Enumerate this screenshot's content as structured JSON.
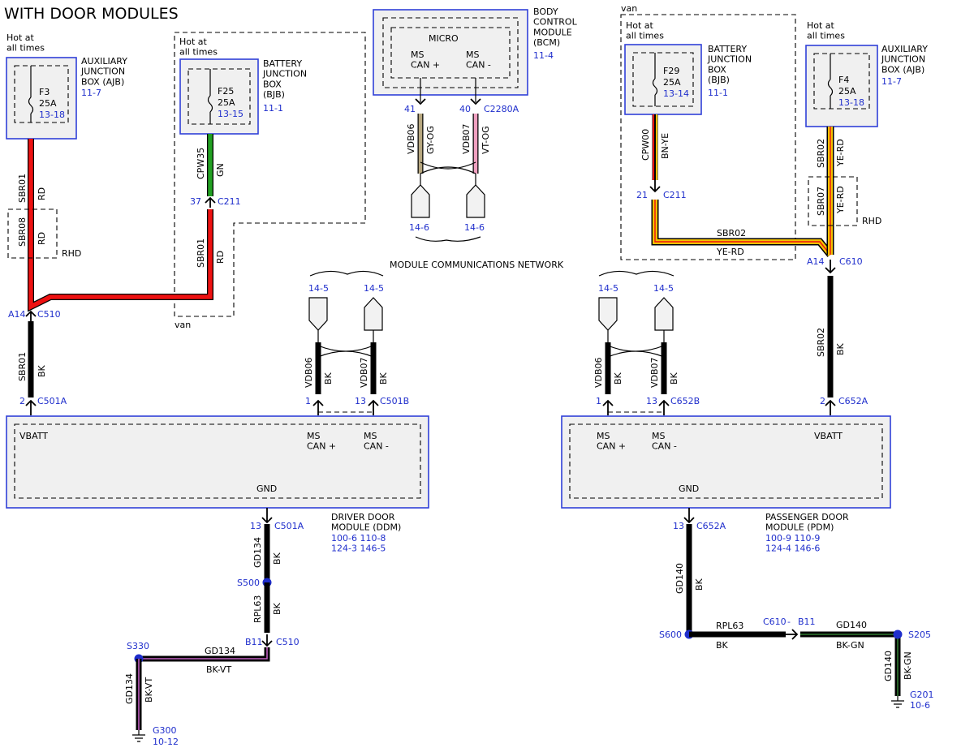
{
  "title": "WITH DOOR MODULES",
  "colors": {
    "red_wire": "#ee1111",
    "green_wire": "#22a022",
    "black_wire": "#000000",
    "yellow_stripe": "#f2c200",
    "pink_wire": "#f0a0c0",
    "tan_wire": "#b8a880",
    "purple_stripe": "#c060c0",
    "green_stripe": "#2a6a2a",
    "ref_blue": "#1f2ecc",
    "module_border": "#3040d8",
    "module_fill": "#f0f0f0"
  },
  "modules": {
    "ajb_left": {
      "hot": "Hot at\nall times",
      "name": "AUXILIARY\nJUNCTION\nBOX (AJB)",
      "ref": "11-7",
      "fuse": "F3",
      "amps": "25A",
      "fuse_ref": "13-18"
    },
    "bjb_left": {
      "hot": "Hot at\nall times",
      "name": "BATTERY\nJUNCTION\nBOX\n(BJB)",
      "ref": "11-1",
      "fuse": "F25",
      "amps": "25A",
      "fuse_ref": "13-15"
    },
    "bcm": {
      "name": "BODY\nCONTROL\nMODULE\n(BCM)",
      "ref": "11-4",
      "micro": "MICRO",
      "pin1": "MS\nCAN +",
      "pin2": "MS\nCAN -"
    },
    "bjb_right": {
      "hot": "Hot at\nall times",
      "name": "BATTERY\nJUNCTION\nBOX\n(BJB)",
      "ref": "11-1",
      "fuse": "F29",
      "amps": "25A",
      "fuse_ref": "13-14"
    },
    "ajb_right": {
      "hot": "Hot at\nall times",
      "name": "AUXILIARY\nJUNCTION\nBOX (AJB)",
      "ref": "11-7",
      "fuse": "F4",
      "amps": "25A",
      "fuse_ref": "13-18"
    },
    "ddm": {
      "vbatt": "VBATT",
      "can_plus": "MS\nCAN +",
      "can_minus": "MS\nCAN -",
      "gnd": "GND",
      "name": "DRIVER DOOR\nMODULE (DDM)",
      "refs": "100-6   110-8\n124-3   146-5"
    },
    "pdm": {
      "vbatt": "VBATT",
      "can_plus": "MS\nCAN +",
      "can_minus": "MS\nCAN -",
      "gnd": "GND",
      "name": "PASSENGER DOOR\nMODULE (PDM)",
      "refs": "100-9   110-9\n124-4   146-6"
    }
  },
  "labels": {
    "van": "van",
    "rhd": "RHD",
    "network": "MODULE COMMUNICATIONS NETWORK",
    "sbr01": "SBR01",
    "sbr08": "SBR08",
    "sbr02": "SBR02",
    "sbr07": "SBR07",
    "cpw35": "CPW35",
    "cpw00": "CPW00",
    "vdb06": "VDB06",
    "vdb07": "VDB07",
    "gd134": "GD134",
    "gd140": "GD140",
    "rpl63": "RPL63",
    "rd": "RD",
    "bk": "BK",
    "gn": "GN",
    "bn_ye": "BN-YE",
    "ye_rd": "YE-RD",
    "gy_og": "GY-OG",
    "vt_og": "VT-OG",
    "bk_vt": "BK-VT",
    "bk_gn": "BK-GN",
    "dash": "-"
  },
  "connectors": {
    "c510": "C510",
    "c211": "C211",
    "c501a": "C501A",
    "c501b": "C501B",
    "c2280a": "C2280A",
    "c610": "C610",
    "c652a": "C652A",
    "c652b": "C652B"
  },
  "pins": {
    "a14": "A14",
    "p37": "37",
    "p2": "2",
    "p1": "1",
    "p13": "13",
    "p41": "41",
    "p40": "40",
    "p21": "21",
    "b11": "B11"
  },
  "refs": {
    "r14_5": "14-5",
    "r14_6": "14-6",
    "r10_12": "10-12",
    "r10_6": "10-6"
  },
  "splices": {
    "s500": "S500",
    "s330": "S330",
    "s600": "S600",
    "s205": "S205"
  },
  "grounds": {
    "g300": "G300",
    "g201": "G201"
  }
}
